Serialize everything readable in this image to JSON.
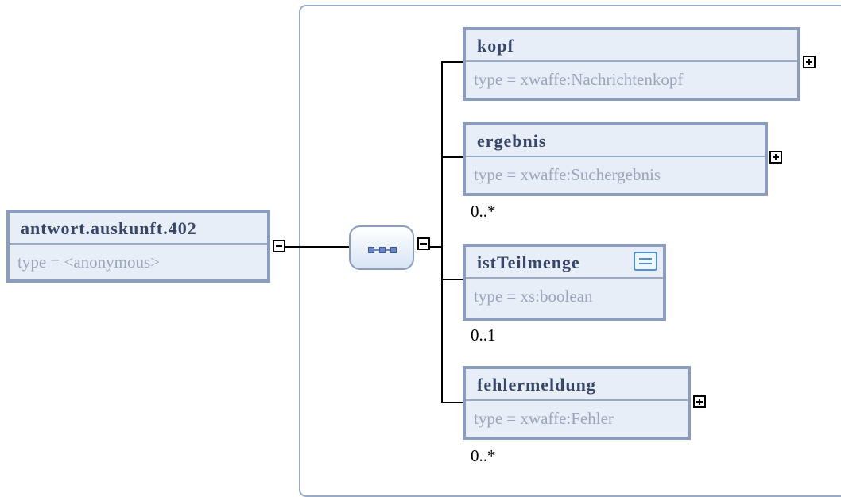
{
  "root": {
    "name": "antwort.auskunft.402",
    "type": "type = <anonymous>",
    "toggle": "collapse"
  },
  "compositor": {
    "kind": "sequence",
    "toggle": "collapse"
  },
  "children": [
    {
      "name": "kopf",
      "type": "type = xwaffe:Nachrichtenkopf",
      "toggle": "expand",
      "cardinality": ""
    },
    {
      "name": "ergebnis",
      "type": "type = xwaffe:Suchergebnis",
      "toggle": "expand",
      "cardinality": "0..*"
    },
    {
      "name": "istTeilmenge",
      "type": "type = xs:boolean",
      "icon": "documentation-icon",
      "cardinality": "0..1"
    },
    {
      "name": "fehlermeldung",
      "type": "type = xwaffe:Fehler",
      "toggle": "expand",
      "cardinality": "0..*"
    }
  ]
}
